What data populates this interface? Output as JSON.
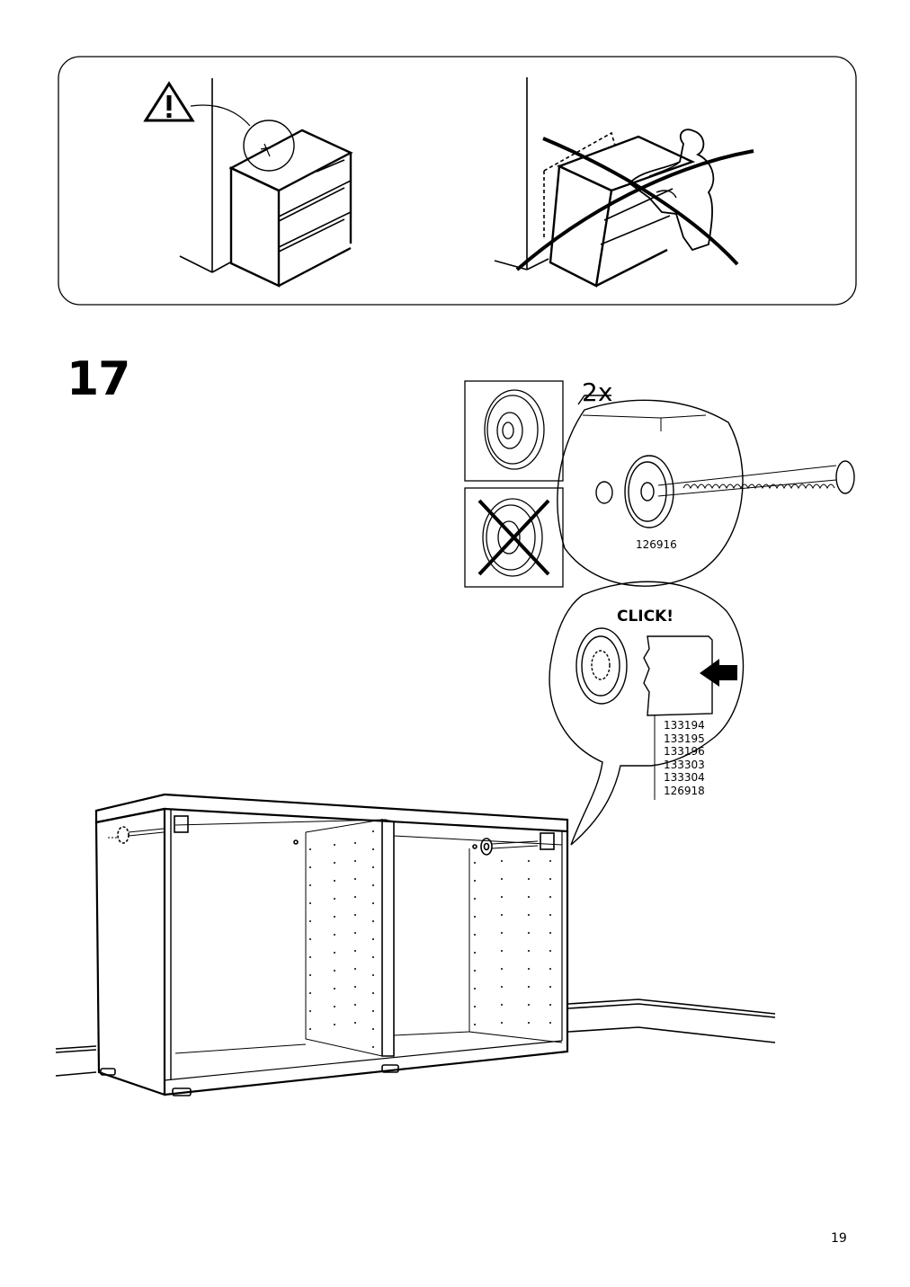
{
  "step": {
    "number": "17",
    "quantity": "2x"
  },
  "parts": {
    "screw_part_no": "126916",
    "cover_part_nos": [
      "133194",
      "133195",
      "133196",
      "133303",
      "133304",
      "126918"
    ]
  },
  "callout": {
    "click_label": "CLICK!"
  },
  "page": {
    "number": "19"
  },
  "icons": {
    "warning": "warning-triangle-icon",
    "forbidden": "cross-out-icon"
  }
}
